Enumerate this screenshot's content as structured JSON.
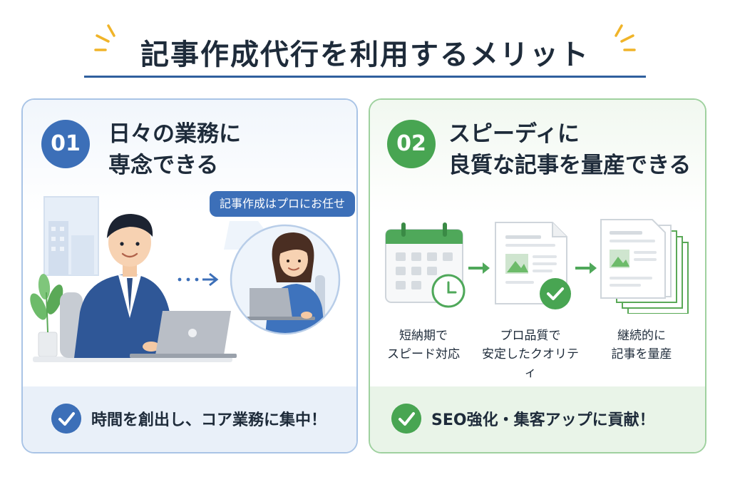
{
  "title": "記事作成代行を利用するメリット",
  "colors": {
    "blue": "#3c6fb8",
    "green": "#48a552",
    "title_rule": "#2f5f9e",
    "accent_spark": "#f0b429"
  },
  "cards": [
    {
      "number": "01",
      "title_line1": "日々の業務に",
      "title_line2": "専念できる",
      "speech_bubble": "記事作成はプロにお任せ",
      "footer": "時間を創出し、コア業務に集中！",
      "icons": [
        "businessman-laptop",
        "woman-laptop",
        "dotted-arrow-icon",
        "plant",
        "window",
        "check-icon"
      ]
    },
    {
      "number": "02",
      "title_line1": "スピーディに",
      "title_line2": "良質な記事を量産できる",
      "steps": [
        {
          "line1": "短納期で",
          "line2": "スピード対応",
          "icon": "calendar-clock-icon"
        },
        {
          "line1": "プロ品質で",
          "line2": "安定したクオリティ",
          "icon": "document-check-icon"
        },
        {
          "line1": "継続的に",
          "line2": "記事を量産",
          "icon": "document-stack-icon"
        }
      ],
      "footer": "SEO強化・集客アップに貢献！"
    }
  ]
}
